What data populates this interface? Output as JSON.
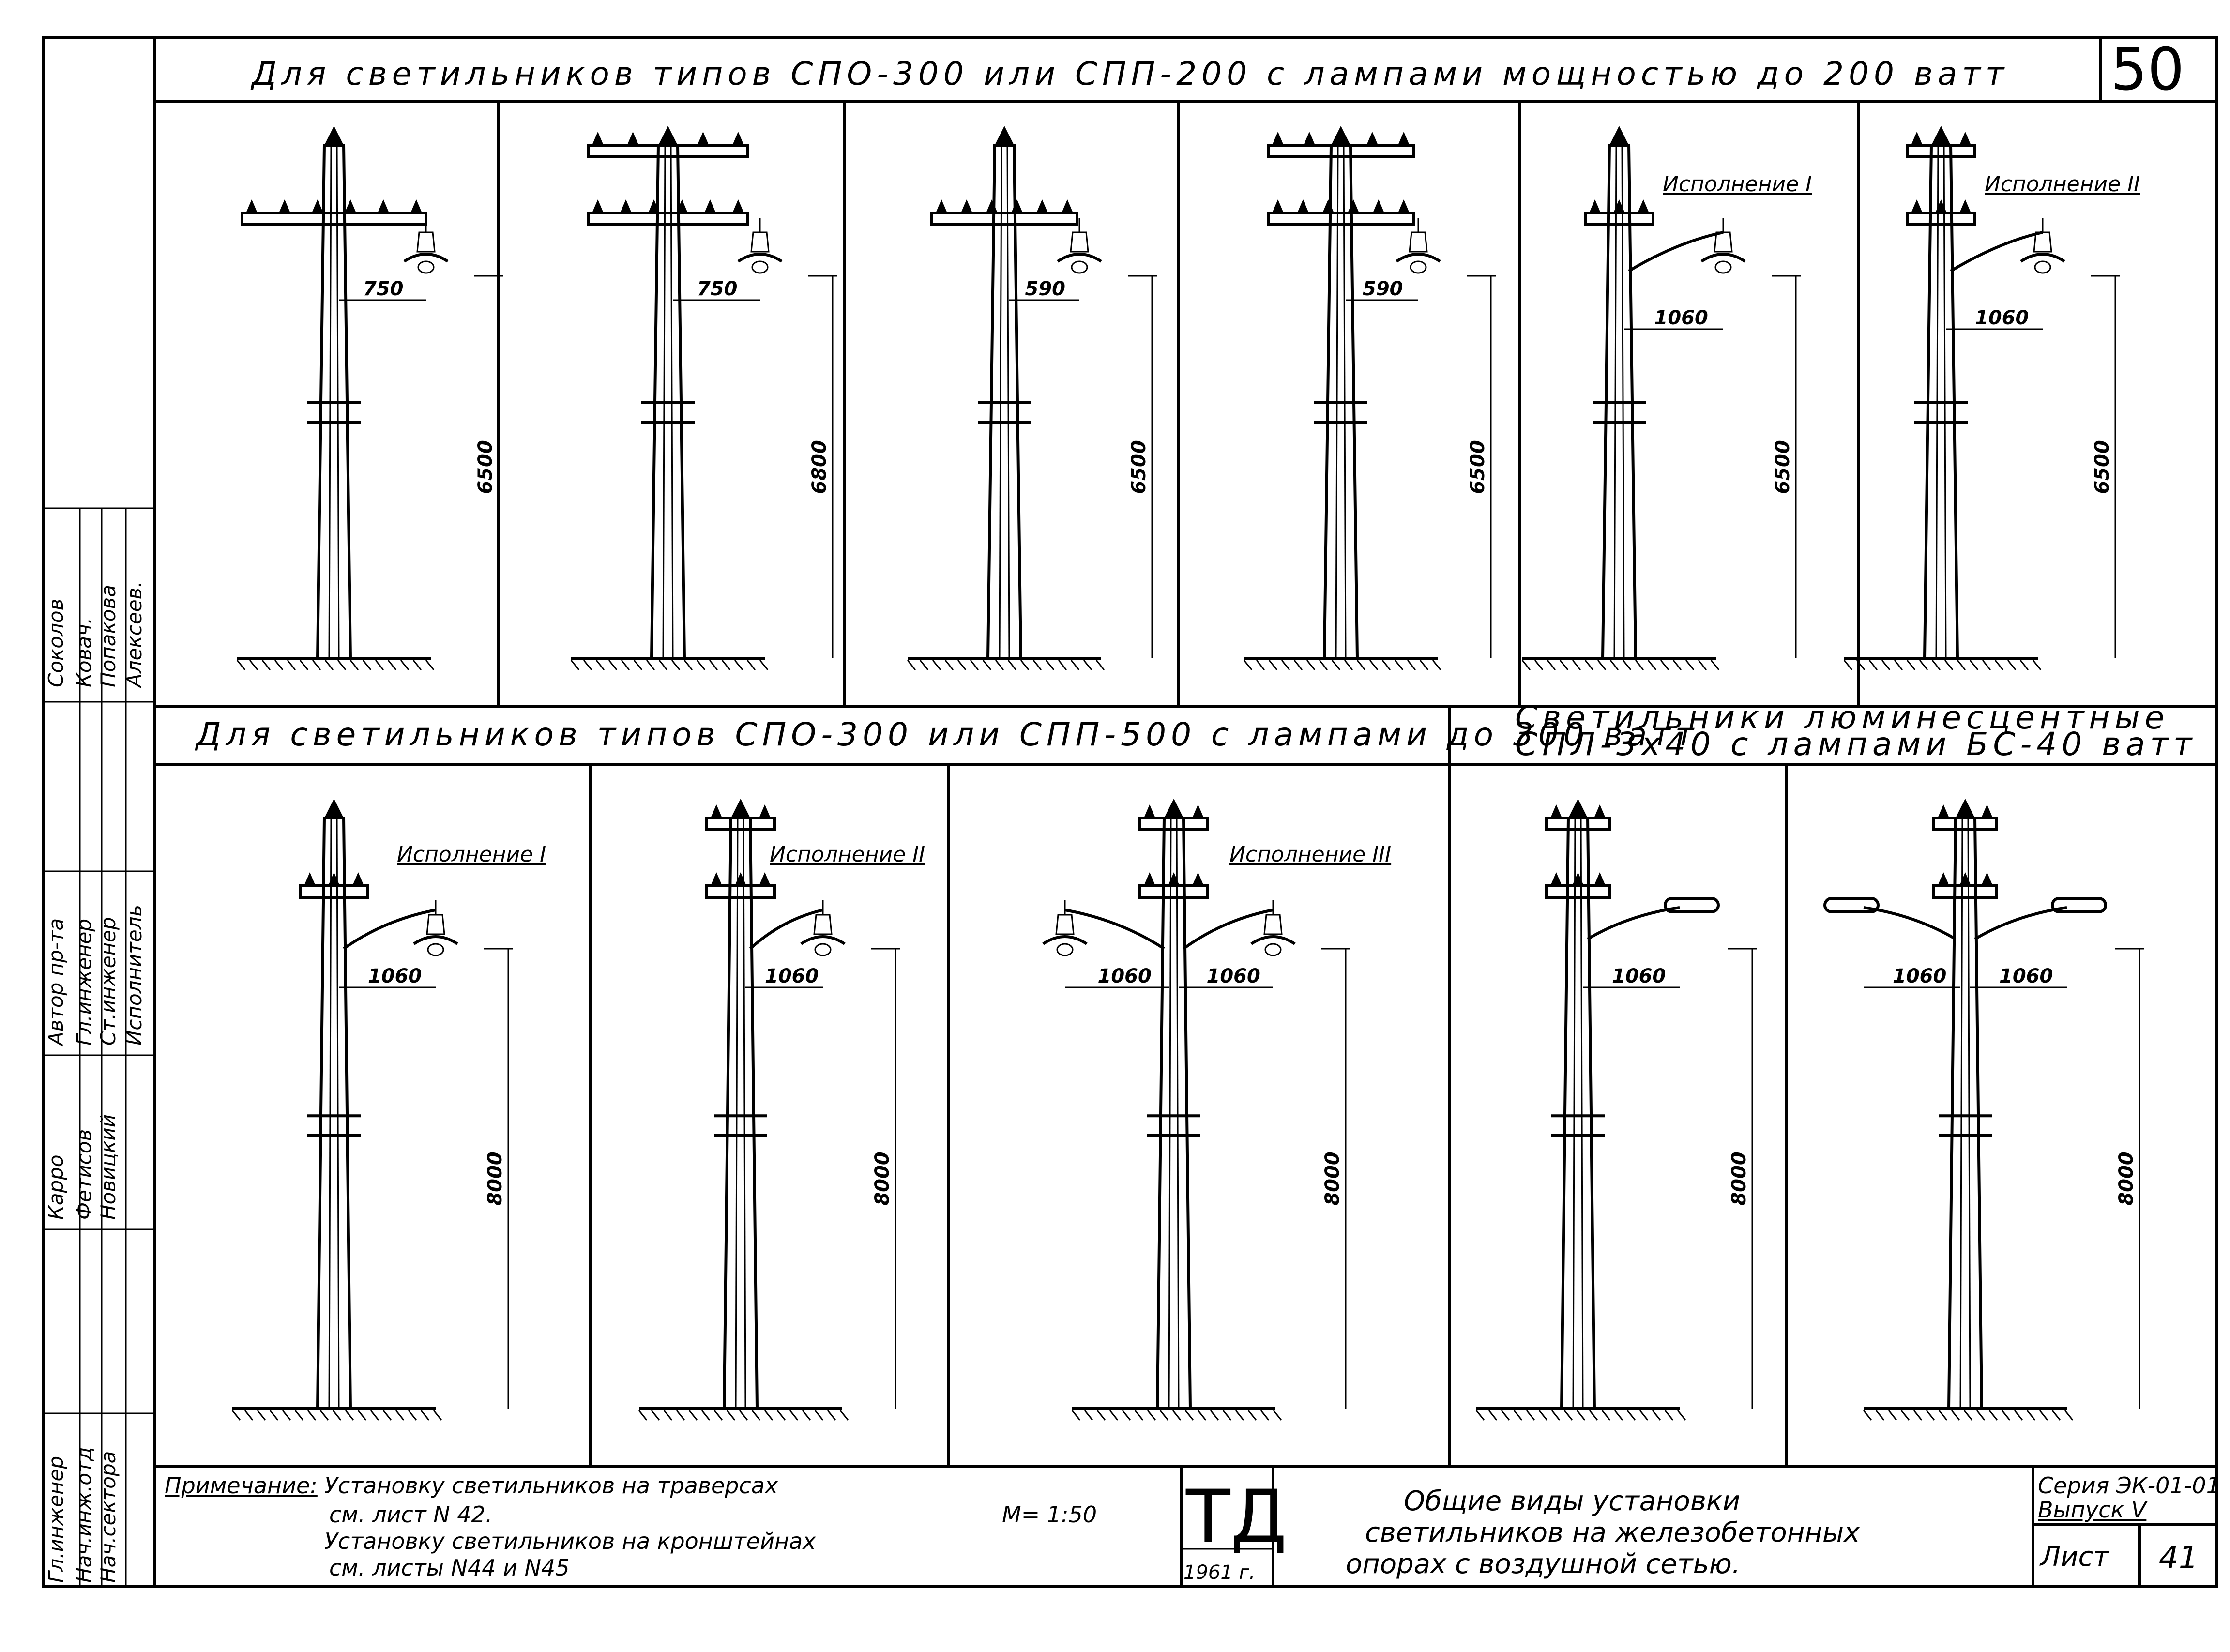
{
  "titles": {
    "top": "Для светильников типов СПО-300 или СПП-200 с лампами мощностью до 200 ватт",
    "middle_left": "Для светильников типов СПО-300 или СПП-500 с лампами до 300 ватт",
    "middle_right_1": "Светильники люминесцентные",
    "middle_right_2": "СПЛ-3х40 с лампами БС-40 ватт"
  },
  "page_number": "50",
  "top_row": [
    {
      "dim_h": "750",
      "dim_v": "6500",
      "label": ""
    },
    {
      "dim_h": "750",
      "dim_v": "6800",
      "label": ""
    },
    {
      "dim_h": "590",
      "dim_v": "6500",
      "label": ""
    },
    {
      "dim_h": "590",
      "dim_v": "6500",
      "label": ""
    },
    {
      "dim_h": "1060",
      "dim_v": "6500",
      "label": "Исполнение I"
    },
    {
      "dim_h": "1060",
      "dim_v": "6500",
      "label": "Исполнение II"
    }
  ],
  "bottom_row": [
    {
      "dim_h": "1060",
      "dim_h2": "",
      "dim_v": "8000",
      "label": "Исполнение I"
    },
    {
      "dim_h": "1060",
      "dim_h2": "",
      "dim_v": "8000",
      "label": "Исполнение II"
    },
    {
      "dim_h": "1060",
      "dim_h2": "1060",
      "dim_v": "8000",
      "label": "Исполнение III"
    },
    {
      "dim_h": "1060",
      "dim_h2": "",
      "dim_v": "8000",
      "label": ""
    },
    {
      "dim_h": "1060",
      "dim_h2": "1060",
      "dim_v": "8000",
      "label": ""
    }
  ],
  "side_stamp": {
    "roles": [
      "Гл.инженер",
      "Нач.инж.отд",
      "Нач.сектора",
      "Карро",
      "Фетисов",
      "Новицкий",
      "Автор пр-та",
      "Гл.инженер",
      "Ст.инженер",
      "Исполнитель",
      "Соколов",
      "Ковач.",
      "Попакова",
      "Алексеев."
    ]
  },
  "footer": {
    "note_label": "Примечание:",
    "note_line1": "Установку светильников на траверсах",
    "note_line2": "см. лист N 42.",
    "note_line3": "Установку светильников на кронштейнах",
    "note_line4": "см. листы N44 и N45",
    "scale": "М= 1:50",
    "logo": "ТД",
    "year": "1961 г.",
    "title_line1": "Общие виды установки",
    "title_line2": "светильников на железобетонных",
    "title_line3": "опорах с воздушной сетью.",
    "series": "Серия ЭК-01-01",
    "issue": "Выпуск V",
    "sheet_label": "Лист",
    "sheet_number": "41"
  }
}
